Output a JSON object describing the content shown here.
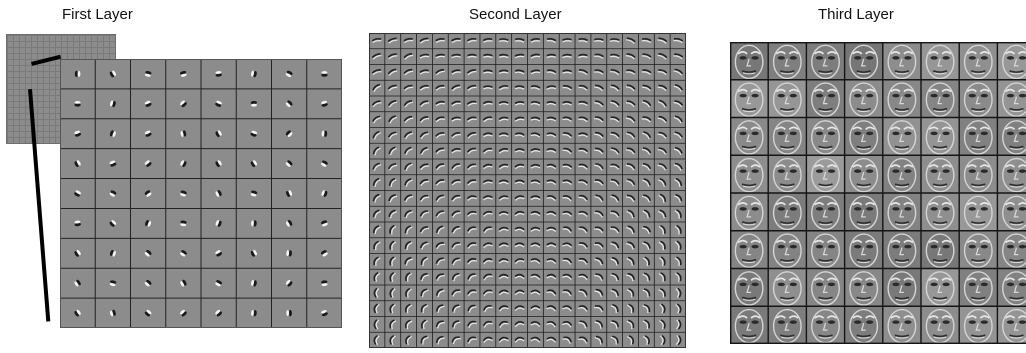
{
  "panels": [
    {
      "title": "First Layer"
    },
    {
      "title": "Second Layer"
    },
    {
      "title": "Third Layer"
    }
  ],
  "first_layer": {
    "rows": 9,
    "cols": 8
  },
  "second_layer": {
    "rows": 20,
    "cols": 20
  },
  "third_layer": {
    "rows": 8,
    "cols": 8,
    "visible_cols": 7.6
  },
  "colors": {
    "filter_gray": "#8c8c8c",
    "grid_line": "#222222",
    "face_gray": "#8a8a8a"
  }
}
